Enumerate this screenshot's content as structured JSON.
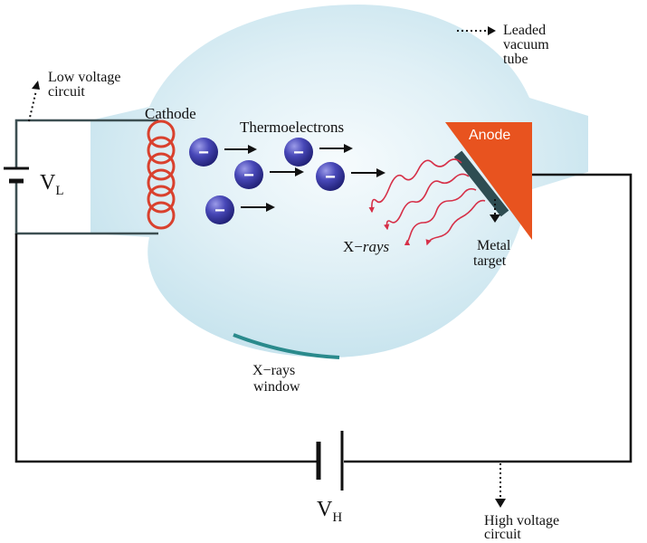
{
  "labels": {
    "cathode": "Cathode",
    "thermoelectrons": "Thermoelectrons",
    "anode": "Anode",
    "tube_line1": "Leaded",
    "tube_line2": "vacuum",
    "tube_line3": "tube",
    "low_voltage_line1": "Low voltage",
    "low_voltage_line2": "circuit",
    "high_voltage_line1": "High voltage",
    "high_voltage_line2": "circuit",
    "xrays_prefix": "X−",
    "xrays_italic": "rays",
    "metal_target_line1": "Metal",
    "metal_target_line2": "target",
    "window_line1": "X−rays",
    "window_line2": "window",
    "vl_main": "V",
    "vl_sub": "L",
    "vh_main": "V",
    "vh_sub": "H",
    "electron_sign": "−"
  },
  "colors": {
    "tube_fill": "#cfe8f1",
    "tube_center": "#f4fafc",
    "coil": "#d9412e",
    "electron": "#3a3aa6",
    "anode": "#e8531f",
    "target": "#2e4d52",
    "xray": "#d63048",
    "window": "#2a8a8c",
    "wire": "#111111"
  },
  "icons": {
    "electron": "electron-sphere-icon",
    "arrow": "arrow-right-icon",
    "pointer": "dotted-pointer-arrow-icon",
    "battery": "battery-symbol-icon",
    "coil": "filament-coil-icon",
    "xray": "wavy-ray-icon"
  }
}
